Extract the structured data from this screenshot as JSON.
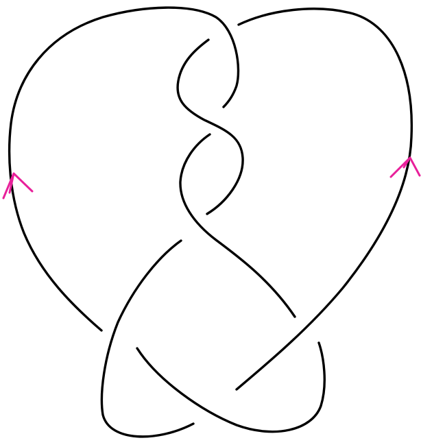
{
  "diagram": {
    "kind": "knot-diagram",
    "strand_color": "#000000",
    "arrow_color": "#e8209a",
    "background_color": "#ffffff",
    "crossing_count": 6,
    "orientation_arrows": [
      {
        "name": "left-orientation-arrow",
        "direction": "up"
      },
      {
        "name": "right-orientation-arrow",
        "direction": "up"
      }
    ]
  }
}
